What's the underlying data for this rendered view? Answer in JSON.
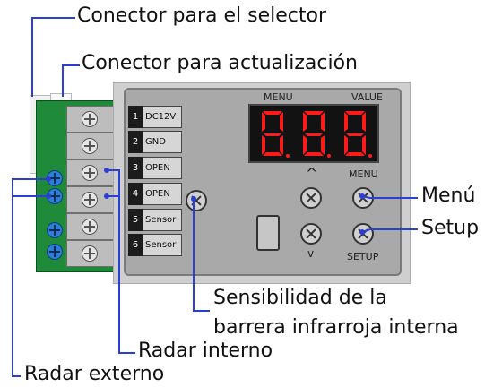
{
  "callouts": {
    "selector": "Conector para el selector",
    "update": "Conector para actualización",
    "menu": "Menú",
    "setup": "Setup",
    "sensitivity_line1": "Sensibilidad de la",
    "sensitivity_line2": "barrera infrarroja interna",
    "internal_radar": "Radar interno",
    "external_radar": "Radar externo"
  },
  "panel": {
    "display_label_menu": "MENU",
    "display_label_value": "VALUE",
    "display_digits": "888",
    "menu_button_label": "MENU",
    "setup_button_label": "SETUP",
    "up_arrow": "^",
    "down_arrow": "v",
    "terminals": [
      {
        "num": "1",
        "name": "DC12V"
      },
      {
        "num": "2",
        "name": "GND"
      },
      {
        "num": "3",
        "name": "OPEN"
      },
      {
        "num": "4",
        "name": "OPEN"
      },
      {
        "num": "5",
        "name": "Sensor"
      },
      {
        "num": "6",
        "name": "Sensor"
      }
    ]
  },
  "colors": {
    "leader_lines": "#2b3fd6",
    "display_digits": "#ff1a1a",
    "pcb_green": "#1f8a3a",
    "terminal_blue": "#2d7fd6"
  }
}
